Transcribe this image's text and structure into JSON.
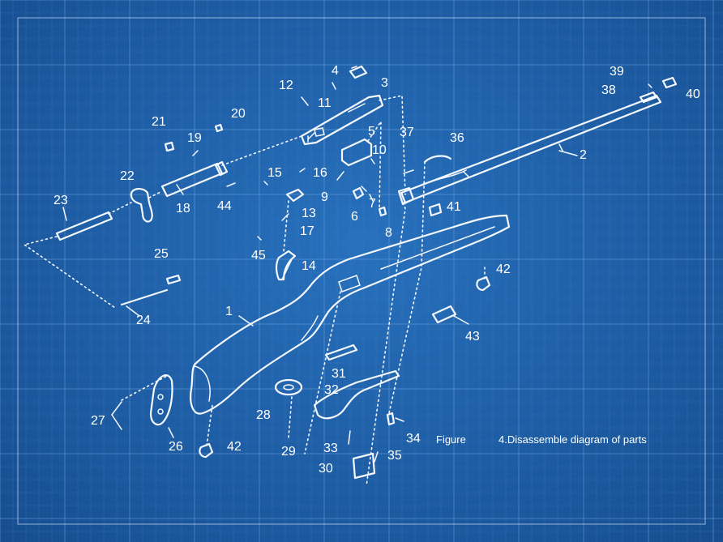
{
  "figure": {
    "caption_prefix": "Figure",
    "caption_text": "4.Disassemble diagram of parts"
  },
  "part_labels": [
    "1",
    "2",
    "3",
    "4",
    "5",
    "6",
    "7",
    "8",
    "9",
    "10",
    "11",
    "12",
    "13",
    "14",
    "15",
    "16",
    "17",
    "18",
    "19",
    "20",
    "21",
    "22",
    "23",
    "24",
    "25",
    "26",
    "27",
    "28",
    "29",
    "30",
    "31",
    "32",
    "33",
    "34",
    "35",
    "36",
    "37",
    "38",
    "39",
    "40",
    "41",
    "42",
    "42",
    "43",
    "44",
    "45"
  ],
  "colors": {
    "background": "#1d62ad",
    "grid_minor": "#4d88c8",
    "grid_major": "#6aa0d8",
    "lines": "#f4f8ff"
  }
}
